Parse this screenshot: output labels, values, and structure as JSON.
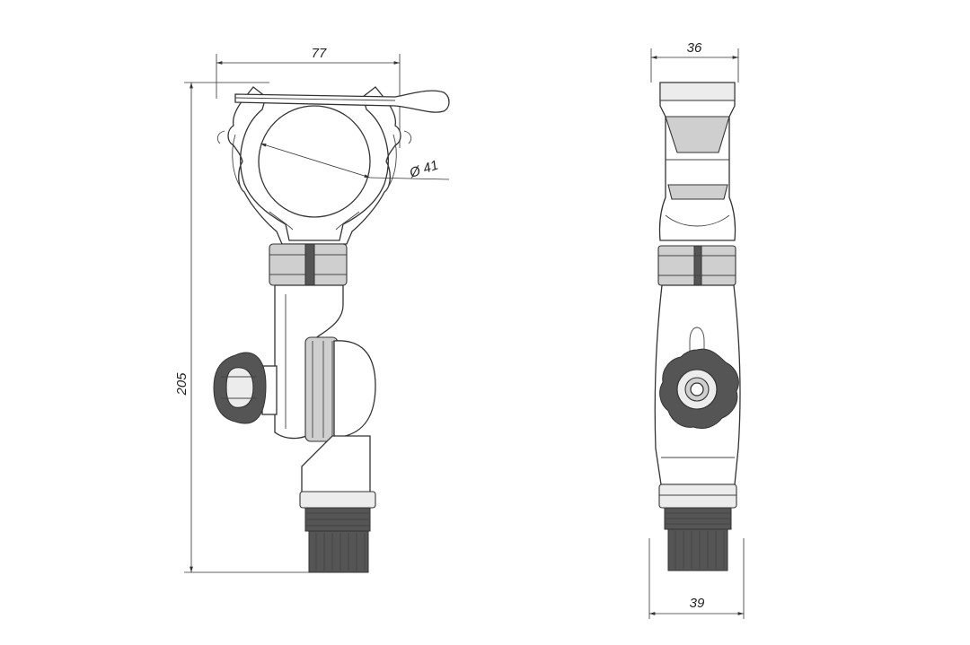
{
  "dimensions": {
    "front_width": "77",
    "front_height": "205",
    "clamp_diameter": "Ø 41",
    "side_top_width": "36",
    "side_bottom_width": "39"
  }
}
